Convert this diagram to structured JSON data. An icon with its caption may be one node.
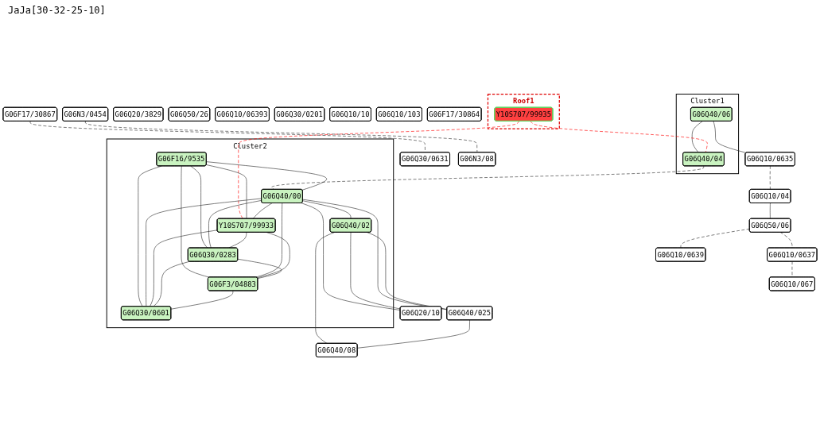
{
  "diagram": {
    "nodes": [
      {
        "text": [
          "Cluster1"
        ]
      },
      {
        "text": [
          "G06Q40/06"
        ],
        "in": 0
      },
      {
        "text": [
          "G06Q40/04"
        ],
        "in": 0
      },
      {
        "text": [
          "G06Q10/0635"
        ]
      },
      {
        "text": [
          "G06Q10/04"
        ]
      },
      {
        "text": [
          "G06Q10/0637"
        ]
      },
      {
        "text": [
          "G06Q10/067"
        ]
      },
      {
        "text": [
          "G06Q50/06"
        ]
      },
      {
        "text": [
          "G06Q10/0639"
        ]
      },
      {
        "text": [
          "Roof1"
        ]
      },
      {
        "text": [
          "Y10S707/99935"
        ],
        "in": 9
      },
      {
        "text": [
          "Cluster2"
        ]
      },
      {
        "text": [
          "G06F16/9535"
        ],
        "in": 11
      },
      {
        "text": [
          "G06Q40/00"
        ],
        "in": 11
      },
      {
        "text": [
          "Y10S707/99933"
        ],
        "in": 11
      },
      {
        "text": [
          "G06Q30/0283"
        ],
        "in": 11
      },
      {
        "text": [
          "G06F3/04883"
        ],
        "in": 11
      },
      {
        "text": [
          "G06Q30/0601"
        ],
        "in": 11
      },
      {
        "text": [
          "G06Q40/02"
        ],
        "in": 11
      },
      {
        "text": [
          "G06Q20/10"
        ]
      },
      {
        "text": [
          "G06Q40/025"
        ]
      },
      {
        "text": [
          "G06Q40/08"
        ]
      },
      {
        "text": [
          "G06Q20/3829"
        ]
      },
      {
        "text": [
          "G06Q50/26"
        ]
      },
      {
        "text": [
          "G06Q10/06393"
        ]
      },
      {
        "text": [
          "G06Q30/0201"
        ]
      },
      {
        "text": [
          "G06Q10/10"
        ]
      },
      {
        "text": [
          "G06Q10/103"
        ]
      },
      {
        "text": [
          "G06F17/30864"
        ]
      },
      {
        "text": [
          "G06F17/30867"
        ]
      },
      {
        "text": [
          "G06Q30/0631"
        ]
      },
      {
        "text": [
          "G06N3/0454"
        ]
      },
      {
        "text": [
          "G06N3/08"
        ]
      }
    ],
    "edges": [
      {
        "from": 3,
        "to": 4,
        "arrow": "none",
        "style": "dashed"
      },
      {
        "from": 1,
        "to": 3,
        "arrow": "none"
      },
      {
        "from": 1,
        "to": 2,
        "arrow": "none"
      },
      {
        "from": 4,
        "to": 7,
        "arrow": "none"
      },
      {
        "from": 7,
        "to": 5,
        "arrow": "none",
        "style": "dashed"
      },
      {
        "from": 5,
        "to": 6,
        "arrow": "none",
        "style": "dashed"
      },
      {
        "from": 7,
        "to": 8,
        "arrow": "none",
        "style": "dashed"
      },
      {
        "from": 2,
        "to": 13,
        "arrow": "none",
        "style": "dashed"
      },
      {
        "from": 10,
        "to": 2,
        "arrow": "none",
        "style": "dashed",
        "color": "#ff0000"
      },
      {
        "from": 10,
        "to": 14,
        "arrow": "none",
        "style": "dashed",
        "color": "#ff0000"
      },
      {
        "from": 12,
        "to": 13,
        "arrow": "none"
      },
      {
        "from": 12,
        "to": 14,
        "arrow": "none"
      },
      {
        "from": 12,
        "to": 15,
        "arrow": "none"
      },
      {
        "from": 12,
        "to": 16,
        "arrow": "none"
      },
      {
        "from": 12,
        "to": 17,
        "arrow": "none"
      },
      {
        "from": 13,
        "to": 14,
        "arrow": "none"
      },
      {
        "from": 13,
        "to": 15,
        "arrow": "none"
      },
      {
        "from": 13,
        "to": 16,
        "arrow": "none"
      },
      {
        "from": 13,
        "to": 17,
        "arrow": "none"
      },
      {
        "from": 14,
        "to": 15,
        "arrow": "none"
      },
      {
        "from": 14,
        "to": 16,
        "arrow": "none"
      },
      {
        "from": 14,
        "to": 17,
        "arrow": "none"
      },
      {
        "from": 15,
        "to": 16,
        "arrow": "none"
      },
      {
        "from": 15,
        "to": 17,
        "arrow": "none"
      },
      {
        "from": 16,
        "to": 17,
        "arrow": "none"
      },
      {
        "from": 13,
        "to": 19,
        "arrow": "none"
      },
      {
        "from": 13,
        "to": 18,
        "arrow": "none"
      },
      {
        "from": 13,
        "to": 20,
        "arrow": "none"
      },
      {
        "from": 18,
        "to": 19,
        "arrow": "none"
      },
      {
        "from": 18,
        "to": 20,
        "arrow": "none"
      },
      {
        "from": 18,
        "to": 21,
        "arrow": "none"
      },
      {
        "from": 20,
        "to": 21,
        "arrow": "none"
      },
      {
        "from": 29,
        "to": 30,
        "arrow": "none",
        "style": "dashed"
      },
      {
        "from": 31,
        "to": 32,
        "arrow": "none",
        "style": "dashed"
      }
    ],
    "labels": [
      "JaJa[30-32-25-10]"
    ]
  }
}
